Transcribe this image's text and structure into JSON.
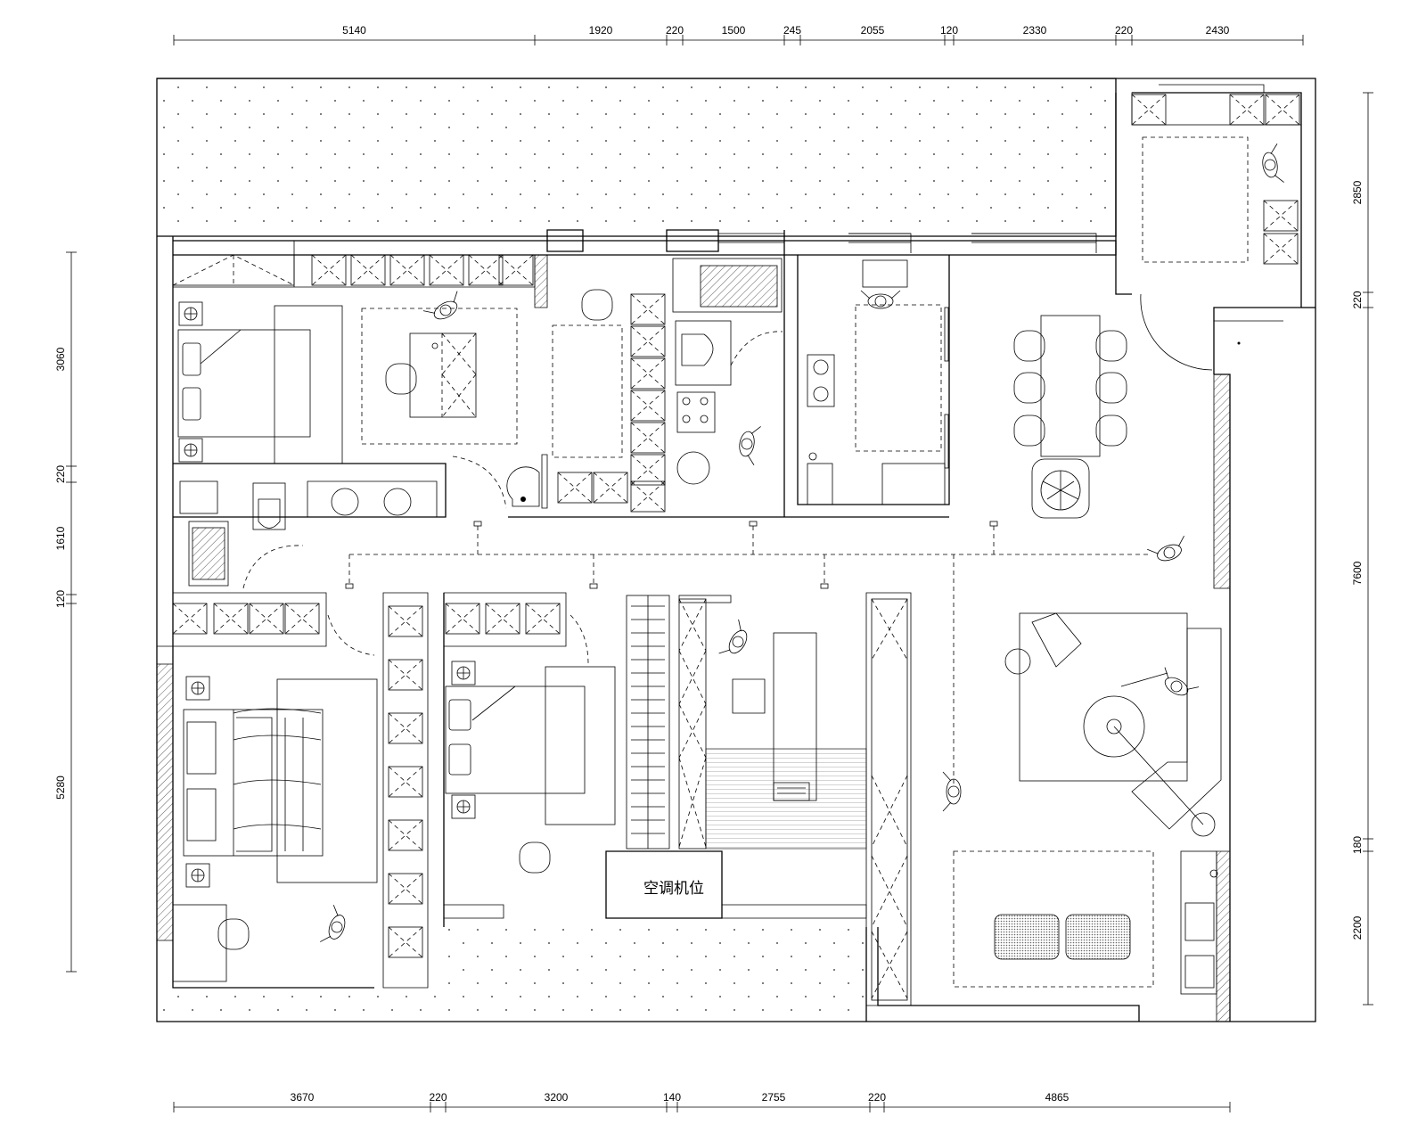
{
  "dimensions": {
    "top": [
      "5140",
      "1920",
      "220",
      "1500",
      "245",
      "2055",
      "120",
      "2330",
      "220",
      "2430"
    ],
    "bottom": [
      "3670",
      "220",
      "3200",
      "140",
      "2755",
      "220",
      "4865"
    ],
    "left": [
      "3060",
      "220",
      "1610",
      "120",
      "5280"
    ],
    "right": [
      "2850",
      "220",
      "7600",
      "180",
      "2200"
    ]
  },
  "rooms": {
    "ac_unit_label": "空调机位"
  }
}
